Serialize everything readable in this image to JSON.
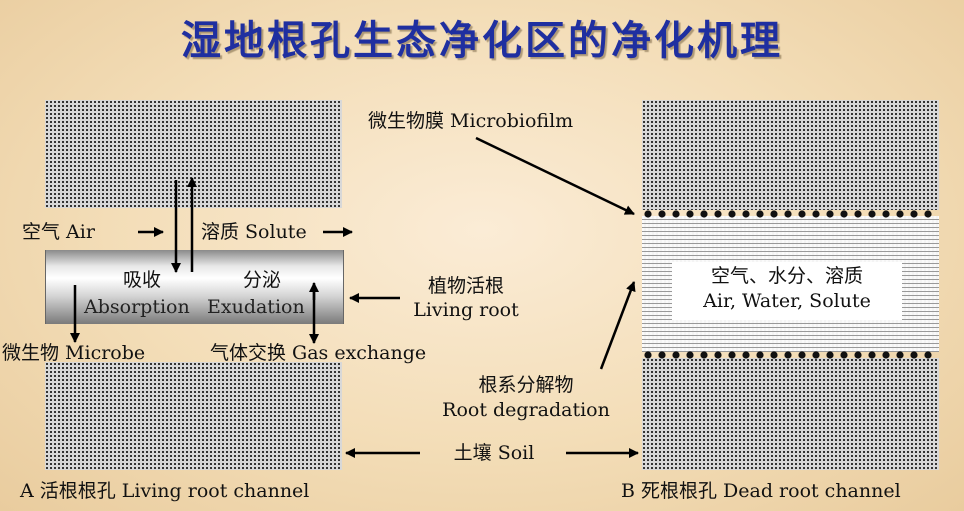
{
  "title": "湿地根孔生态净化区的净化机理",
  "panel_a": {
    "air": "空气  Air",
    "solute": "溶质  Solute",
    "absorption_cn": "吸收",
    "exudation_cn": "分泌",
    "absorption_en": "Absorption",
    "exudation_en": "Exudation",
    "microbe": "微生物  Microbe",
    "gas_exchange": "气体交换  Gas exchange",
    "caption": "A  活根根孔  Living root channel"
  },
  "middle": {
    "microbiofilm": "微生物膜  Microbiofilm",
    "living_root_cn": "植物活根",
    "living_root_en": "Living root",
    "degradation_cn": "根系分解物",
    "degradation_en": "Root degradation",
    "soil": "土壤  Soil"
  },
  "panel_b": {
    "content_cn": "空气、水分、溶质",
    "content_en": "Air, Water, Solute",
    "caption": "B  死根根孔  Dead root channel"
  }
}
